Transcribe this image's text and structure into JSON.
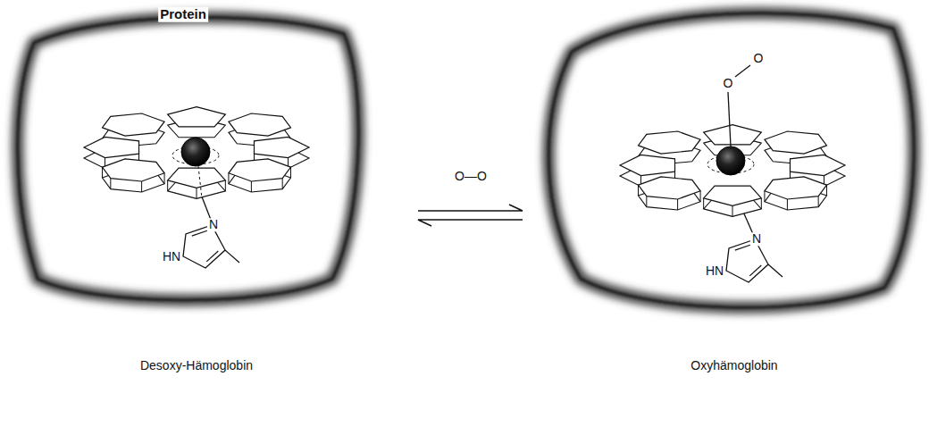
{
  "diagram": {
    "labels": [
      "Protein",
      "O—O",
      "O",
      "O",
      "N",
      "HN",
      "N",
      "HN",
      "Desoxy-Hämoglobin",
      "Oxyhämoglobin"
    ]
  }
}
